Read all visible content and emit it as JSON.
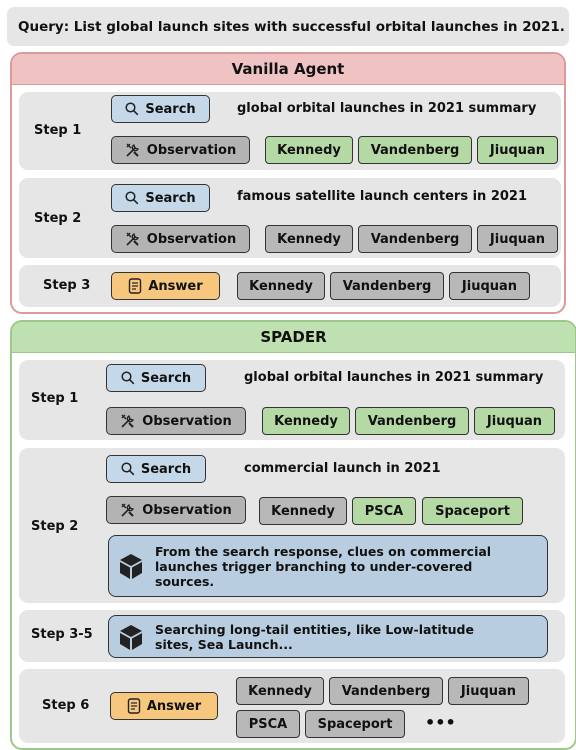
{
  "query": "Query: List global launch sites with successful orbital launches in 2021.",
  "vanilla": {
    "title": "Vanilla Agent",
    "step1": {
      "label": "Step 1",
      "search": "Search",
      "search_text": "global orbital launches in 2021 summary",
      "observation": "Observation",
      "entities": [
        "Kennedy",
        "Vandenberg",
        "Jiuquan"
      ]
    },
    "step2": {
      "label": "Step 2",
      "search": "Search",
      "search_text": "famous satellite launch centers in 2021",
      "observation": "Observation",
      "entities": [
        "Kennedy",
        "Vandenberg",
        "Jiuquan"
      ]
    },
    "step3": {
      "label": "Step 3",
      "answer": "Answer",
      "entities": [
        "Kennedy",
        "Vandenberg",
        "Jiuquan"
      ]
    }
  },
  "spader": {
    "title": "SPADER",
    "step1": {
      "label": "Step 1",
      "search": "Search",
      "search_text": "global orbital launches in 2021 summary",
      "observation": "Observation",
      "entities": [
        "Kennedy",
        "Vandenberg",
        "Jiuquan"
      ]
    },
    "step2": {
      "label": "Step 2",
      "search": "Search",
      "search_text": "commercial launch in 2021",
      "observation": "Observation",
      "entities": [
        "Kennedy",
        "PSCA",
        "Spaceport"
      ],
      "reasoning": "From the search response, clues on commercial\nlaunches trigger branching to under-covered\nsources."
    },
    "step35": {
      "label": "Step 3-5",
      "reasoning": "Searching long-tail entities, like Low-latitude\nsites, Sea Launch..."
    },
    "step6": {
      "label": "Step 6",
      "answer": "Answer",
      "entities_row1": [
        "Kennedy",
        "Vandenberg",
        "Jiuquan"
      ],
      "entities_row2": [
        "PSCA",
        "Spaceport"
      ],
      "ellipsis": "•••"
    }
  },
  "colors": {
    "vanilla_border": "#d99a9a",
    "vanilla_header": "#efc3c3",
    "spader_border": "#9bc98a",
    "spader_header": "#bfe0b0",
    "search_btn": "#c5d8ea",
    "observation_btn": "#b3b3b3",
    "answer_btn": "#f7c77d",
    "entity_green": "#b5d9a4",
    "entity_gray": "#b8b8b8",
    "reasoning_box": "#b9cde0"
  },
  "icons": {
    "search": "magnifier-icon",
    "observation": "tools-icon",
    "answer": "document-icon",
    "reasoning": "cube-icon"
  }
}
